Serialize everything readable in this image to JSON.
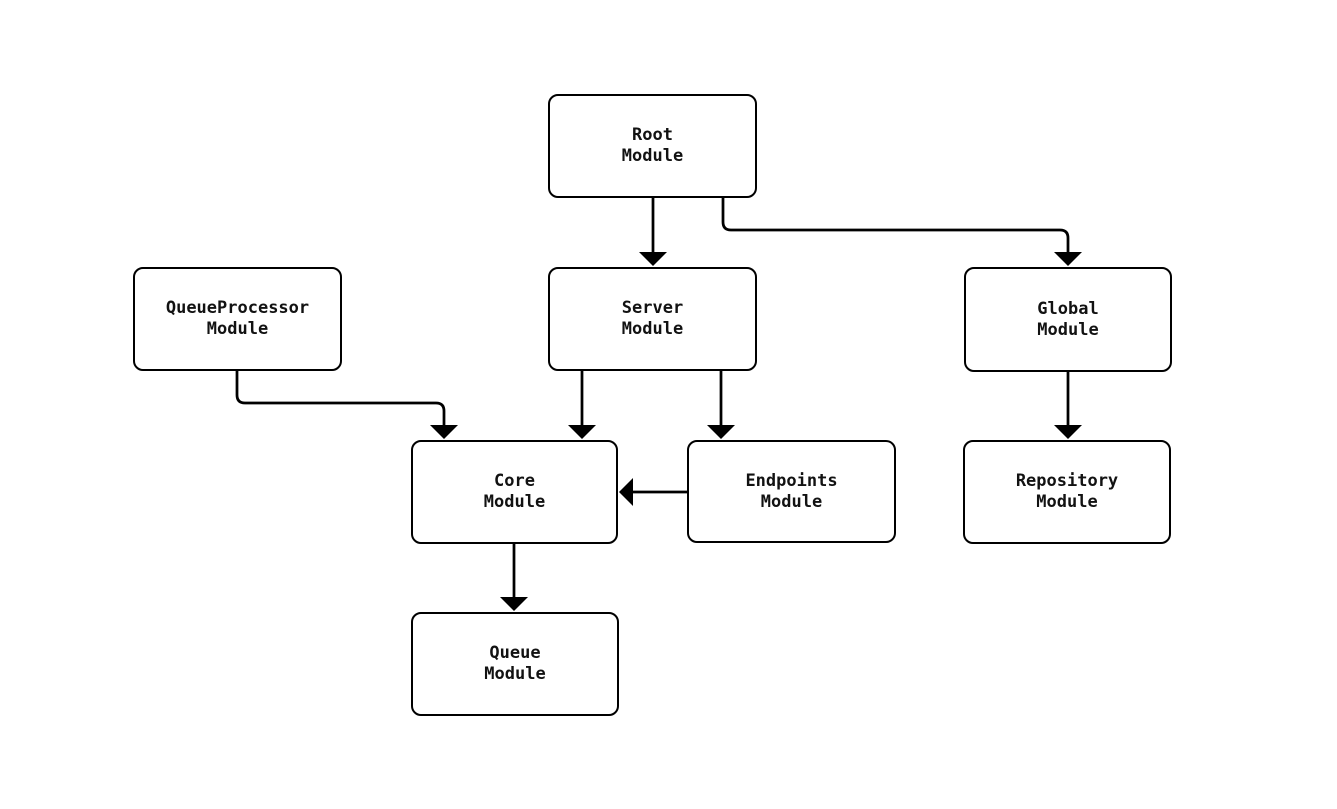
{
  "diagram": {
    "type": "module-dependency-diagram",
    "background_color": "#ffffff",
    "line_color": "#000000",
    "text_color": "#121212",
    "node_fill": "#ffffff",
    "nodes": {
      "root": {
        "label": "Root\nModule"
      },
      "server": {
        "label": "Server\nModule"
      },
      "queueprocessor": {
        "label": "QueueProcessor\nModule"
      },
      "global": {
        "label": "Global\nModule"
      },
      "core": {
        "label": "Core\nModule"
      },
      "endpoints": {
        "label": "Endpoints\nModule"
      },
      "repository": {
        "label": "Repository\nModule"
      },
      "queue": {
        "label": "Queue\nModule"
      }
    },
    "edges": [
      {
        "from": "Root Module",
        "to": "Server Module"
      },
      {
        "from": "Root Module",
        "to": "Global Module"
      },
      {
        "from": "QueueProcessor Module",
        "to": "Core Module"
      },
      {
        "from": "Server Module",
        "to": "Core Module"
      },
      {
        "from": "Server Module",
        "to": "Endpoints Module"
      },
      {
        "from": "Endpoints Module",
        "to": "Core Module"
      },
      {
        "from": "Global Module",
        "to": "Repository Module"
      },
      {
        "from": "Core Module",
        "to": "Queue Module"
      }
    ]
  }
}
